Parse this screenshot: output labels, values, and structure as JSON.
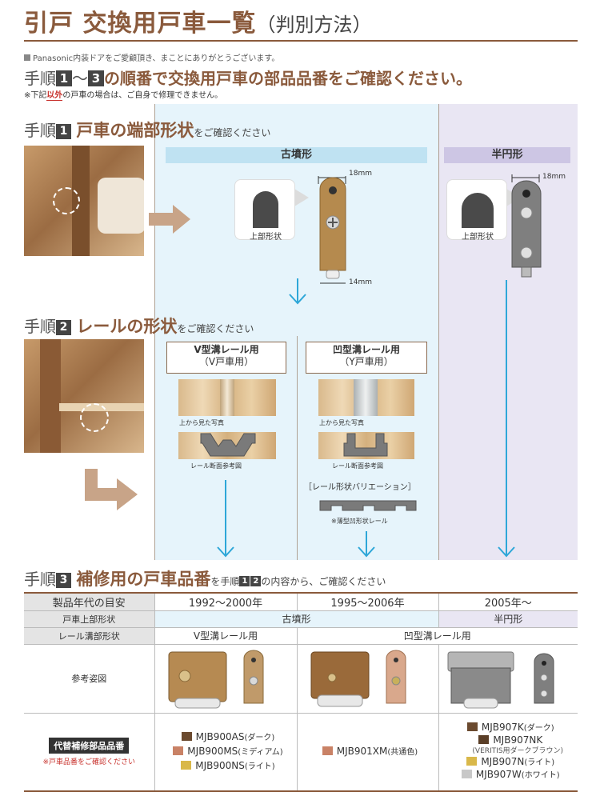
{
  "header": {
    "title": "引戸 交換用戸車一覧",
    "subtitle": "（判別方法）"
  },
  "intro": {
    "thanks": "Panasonic内装ドアをご愛顧頂き、まことにありがとうございます。",
    "lead_prefix": "手順",
    "lead_n1": "1",
    "lead_tilde": "〜",
    "lead_n3": "3",
    "lead_text": "の順番で交換用戸車の部品品番をご確認ください。",
    "note_prefix": "※下記",
    "note_red": "以外",
    "note_suffix": "の戸車の場合は、ご自身で修理できません。"
  },
  "step1": {
    "prefix": "手順",
    "num": "1",
    "title": "戸車の端部形状",
    "tail": "をご確認ください",
    "col_kofun": "古墳形",
    "col_hanen": "半円形",
    "shape_label": "上部形状",
    "dim_18": "18mm",
    "dim_14": "14mm"
  },
  "step2": {
    "prefix": "手順",
    "num": "2",
    "title": "レールの形状",
    "tail": "をご確認ください",
    "v_head": "V型溝レール用",
    "v_sub": "（V戸車用）",
    "y_head": "凹型溝レール用",
    "y_sub": "（Y戸車用）",
    "top_photo": "上から見た写真",
    "section": "レール断面参考図",
    "variation": "［レール形状バリエーション］",
    "thin_rail": "※薄型凹形状レール"
  },
  "step3": {
    "prefix": "手順",
    "num": "3",
    "title": "補修用の戸車品番",
    "tail_a": "を手順",
    "tail_n1": "1",
    "tail_n2": "2",
    "tail_b": "の内容から、ご確認ください"
  },
  "table": {
    "row_year": "製品年代の目安",
    "row_shape": "戸車上部形状",
    "row_rail": "レール溝部形状",
    "row_ref": "参考姿図",
    "row_parts": "代替補修部品品番",
    "row_parts_note": "※戸車品番をご確認ください",
    "years": [
      "1992〜2000年",
      "1995〜2006年",
      "2005年〜"
    ],
    "shape_kofun": "古墳形",
    "shape_hanen": "半円形",
    "rail_v": "V型溝レール用",
    "rail_y": "凹型溝レール用",
    "col1_parts": [
      {
        "code": "MJB900AS",
        "variant": "(ダーク)",
        "color": "#6b4a2f"
      },
      {
        "code": "MJB900MS",
        "variant": "(ミディアム)",
        "color": "#c98266"
      },
      {
        "code": "MJB900NS",
        "variant": "(ライト)",
        "color": "#d9b84a"
      }
    ],
    "col2_parts": [
      {
        "code": "MJB901XM",
        "variant": "(共通色)",
        "color": "#c98266"
      }
    ],
    "col3_parts": [
      {
        "code": "MJB907K",
        "variant": "(ダーク)",
        "color": "#6b4a2f"
      },
      {
        "code": "MJB907NK",
        "variant": "",
        "color": "#5a3e27"
      },
      {
        "code": "MJB907N",
        "variant": "(ライト)",
        "color": "#d9b84a"
      },
      {
        "code": "MJB907W",
        "variant": "(ホワイト)",
        "color": "#c8c8c8"
      }
    ],
    "col3_note": "(VERITIS用ダークブラウン)"
  },
  "colors": {
    "brand_brown": "#8a5a3c",
    "arrow_blue": "#2ea7d8",
    "bg_blue": "#e6f4fb",
    "bg_purple": "#e9e6f3",
    "head_blue": "#bfe2f2",
    "head_purple": "#cdc6e4"
  }
}
